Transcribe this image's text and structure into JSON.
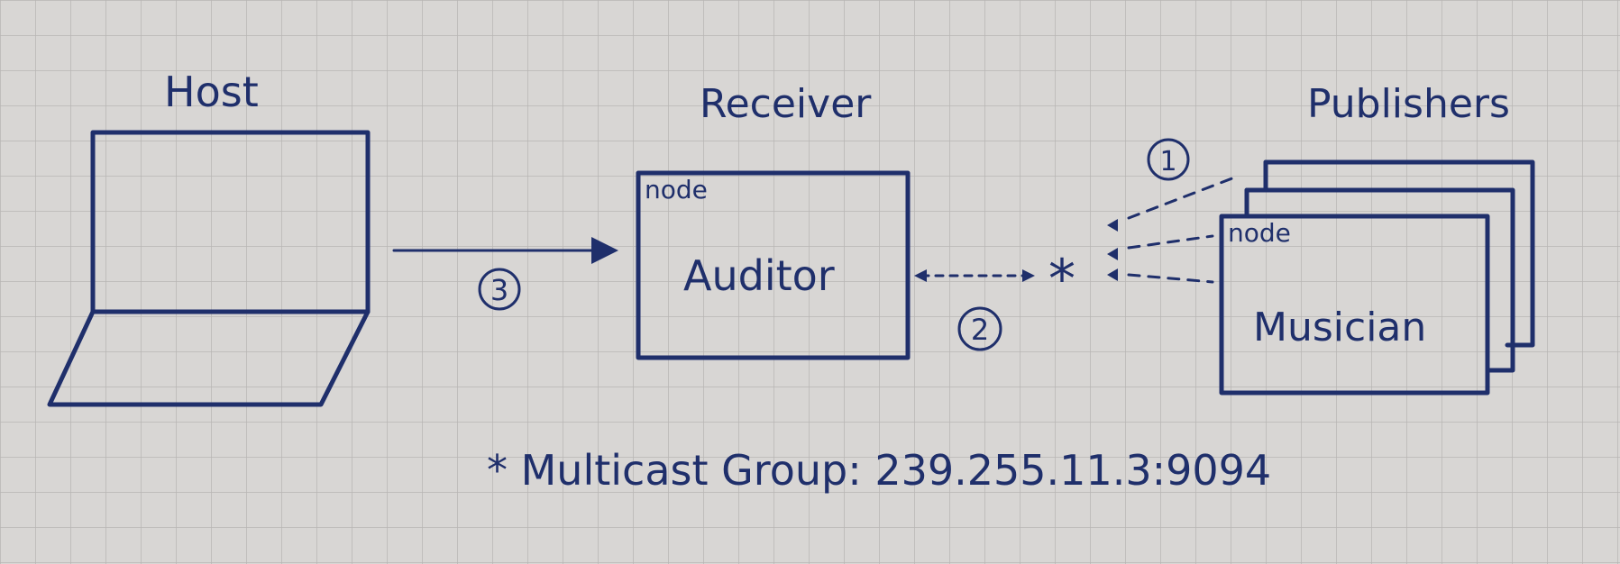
{
  "labels": {
    "host": "Host",
    "receiver": "Receiver",
    "publishers": "Publishers"
  },
  "nodes": {
    "auditor_tag": "node",
    "auditor_name": "Auditor",
    "musician_tag": "node",
    "musician_name": "Musician"
  },
  "steps": {
    "step1": "1",
    "step2": "2",
    "step3": "3"
  },
  "multicast_marker": "*",
  "footer": {
    "note": "* Multicast Group: 239.255.11.3:9094"
  },
  "colors": {
    "paper": "#d8d6d4",
    "grid": "#b8b5b4",
    "ink": "#1f2f6b"
  }
}
